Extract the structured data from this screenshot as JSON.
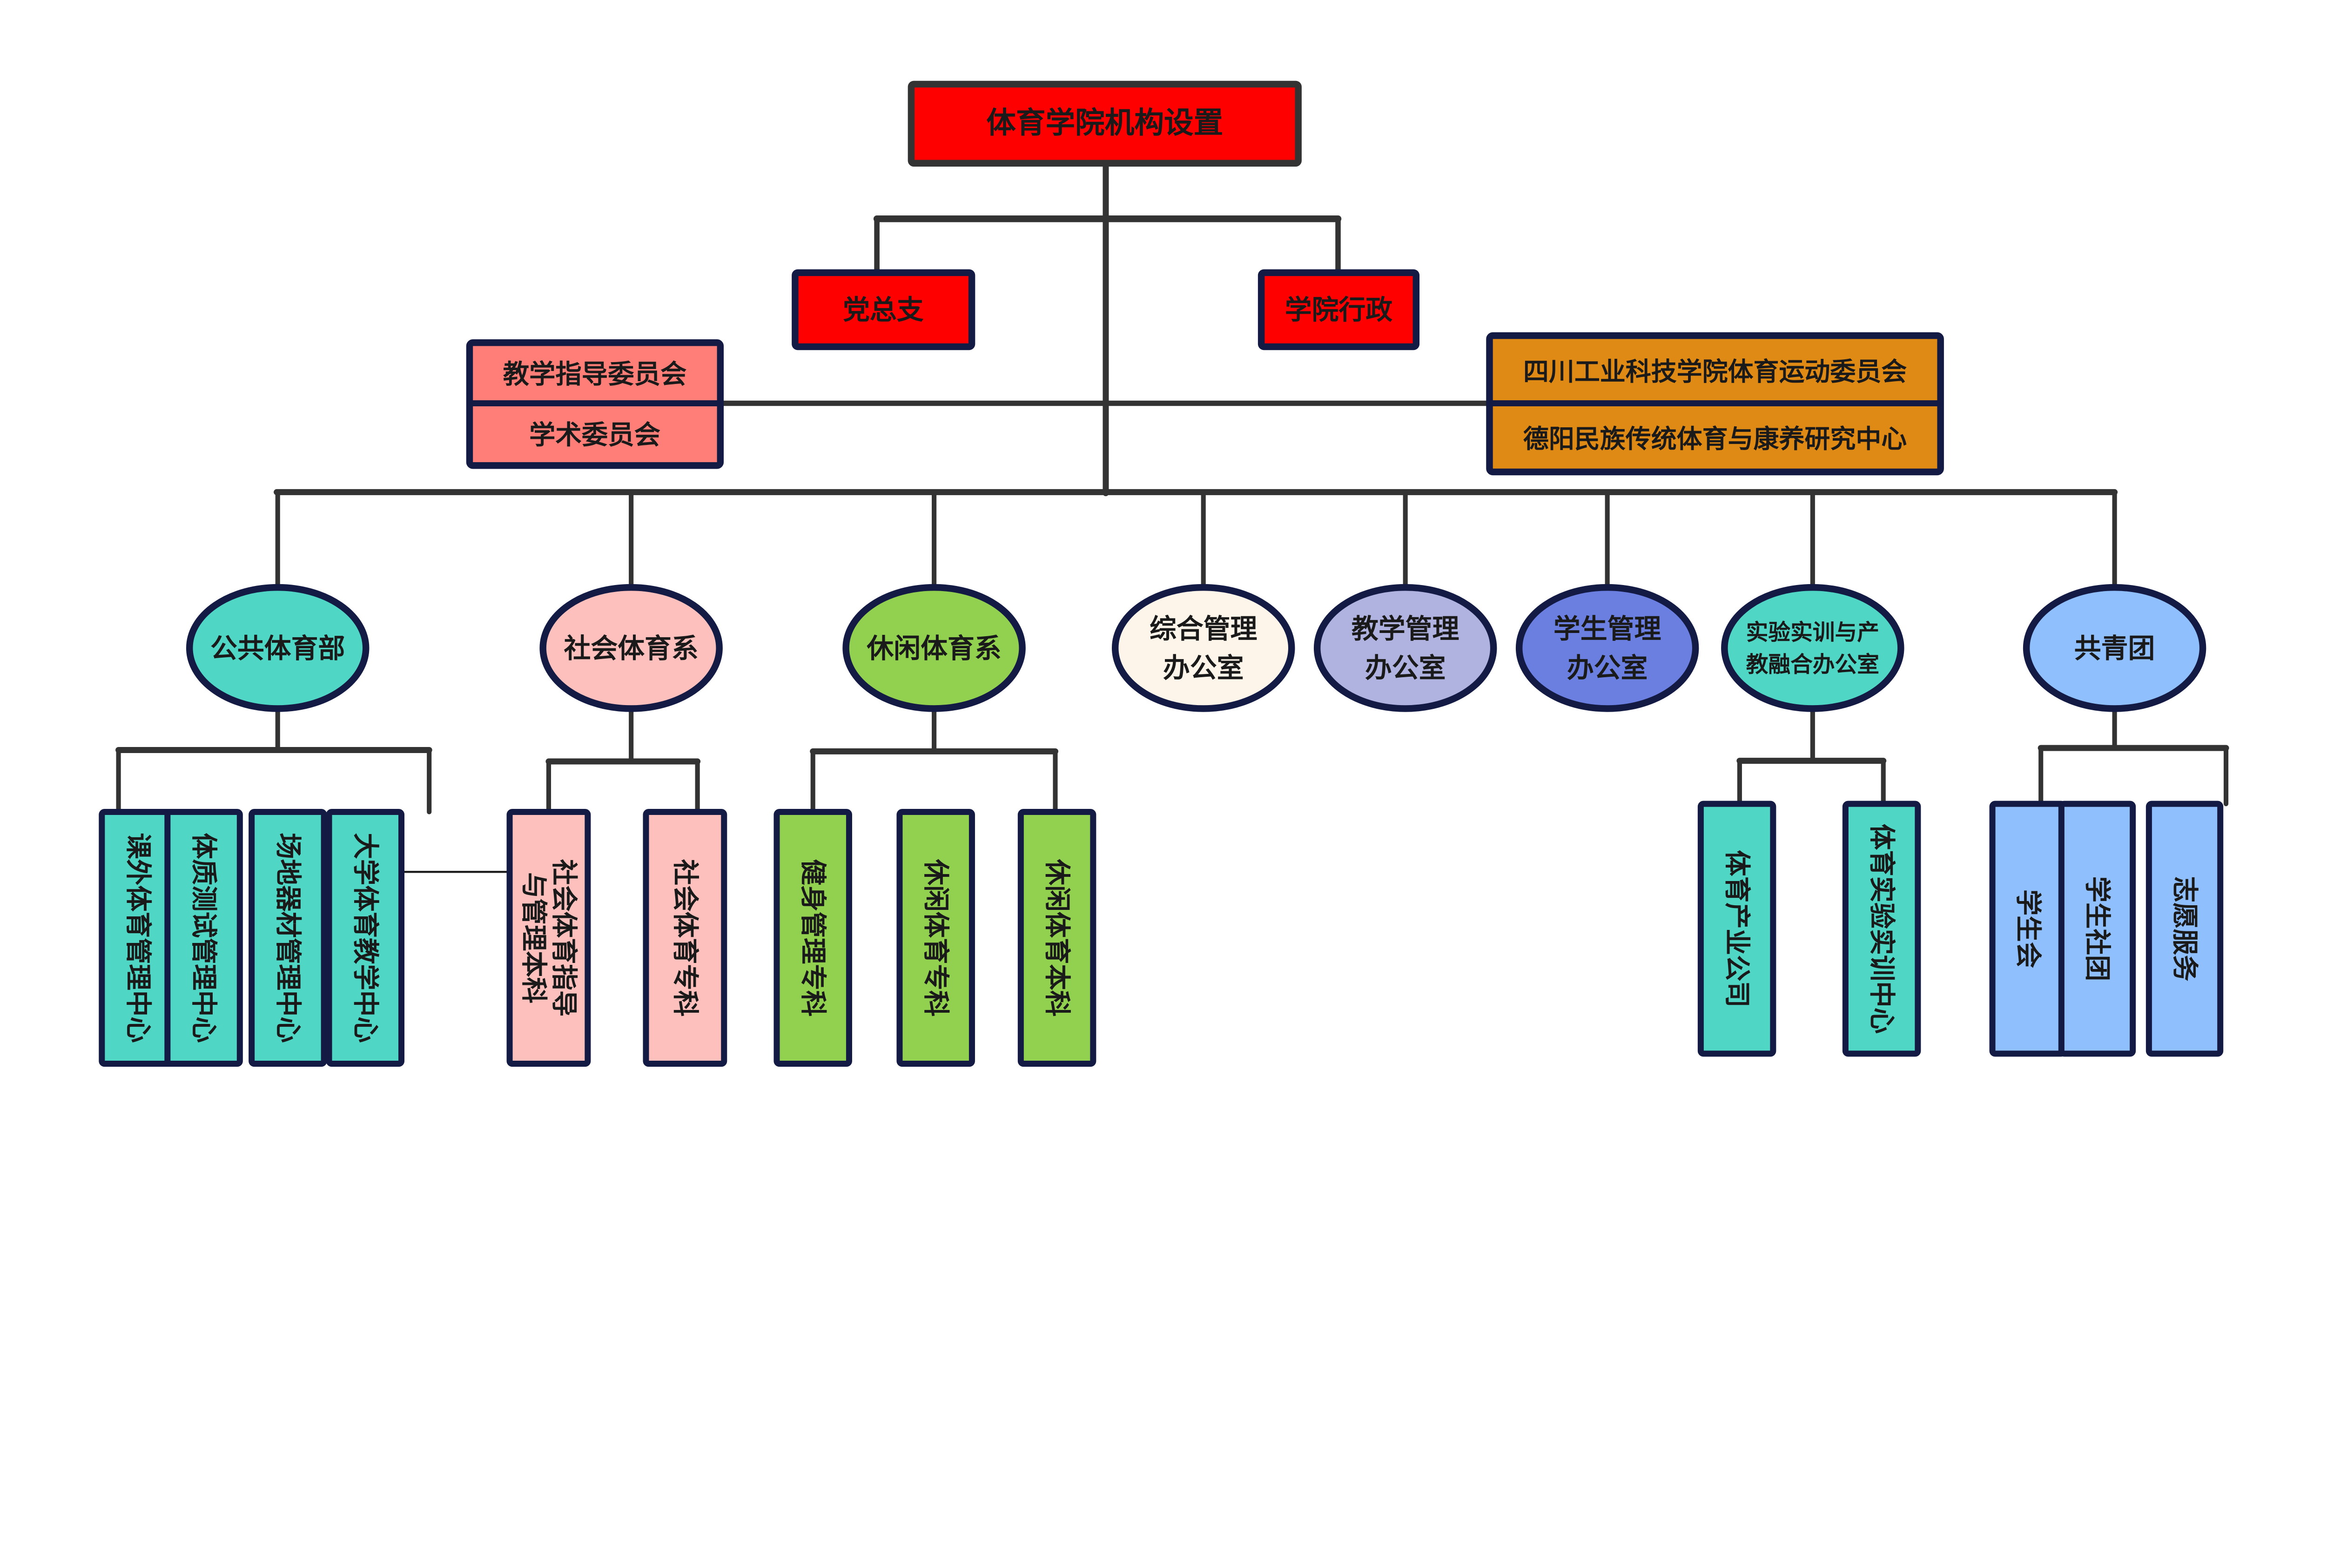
{
  "title": "体育学院机构设置",
  "colors": {
    "root": "#ff0000",
    "top_branch": "#ff0000",
    "committee_left": "#ff7f78",
    "committee_right": "#e08a16",
    "outline": "#131a44",
    "connector": "#333333",
    "text": "#1a1a1a"
  },
  "root": {
    "label": "体育学院机构设置"
  },
  "top_branches": [
    {
      "id": "party",
      "label": "党总支"
    },
    {
      "id": "admin",
      "label": "学院行政"
    }
  ],
  "committees_left": [
    {
      "label": "教学指导委员会"
    },
    {
      "label": "学术委员会"
    }
  ],
  "committees_right": [
    {
      "label": "四川工业科技学院体育运动委员会"
    },
    {
      "label": "德阳民族传统体育与康养研究中心"
    }
  ],
  "departments": [
    {
      "id": "public-pe",
      "lines": [
        "公共体育部"
      ],
      "color": "#4fd6c4",
      "children": [
        {
          "lines": [
            "课外体育管理中心"
          ]
        },
        {
          "lines": [
            "体质测试管理中心"
          ]
        },
        {
          "lines": [
            "场地器材管理中心"
          ]
        },
        {
          "lines": [
            "大学体育教学中心"
          ]
        }
      ]
    },
    {
      "id": "social-pe",
      "lines": [
        "社会体育系"
      ],
      "color": "#fec0bd",
      "children": [
        {
          "lines": [
            "社会体育指导",
            "与管理本科"
          ]
        },
        {
          "lines": [
            "社会体育专科"
          ]
        }
      ]
    },
    {
      "id": "leisure-pe",
      "lines": [
        "休闲体育系"
      ],
      "color": "#92d050",
      "children": [
        {
          "lines": [
            "健身管理专科"
          ]
        },
        {
          "lines": [
            "休闲体育专科"
          ]
        },
        {
          "lines": [
            "休闲体育本科"
          ]
        }
      ]
    },
    {
      "id": "general-office",
      "lines": [
        "综合管理",
        "办公室"
      ],
      "color": "#fdf5e9",
      "children": []
    },
    {
      "id": "teaching-office",
      "lines": [
        "教学管理",
        "办公室"
      ],
      "color": "#b0b3e0",
      "children": []
    },
    {
      "id": "student-office",
      "lines": [
        "学生管理",
        "办公室"
      ],
      "color": "#6b7fe0",
      "children": []
    },
    {
      "id": "lab-office",
      "lines": [
        "实验实训与产",
        "教融合办公室"
      ],
      "color": "#4fd6c4",
      "children": [
        {
          "lines": [
            "体育产业公司"
          ]
        },
        {
          "lines": [
            "体育实验实训中心"
          ]
        }
      ]
    },
    {
      "id": "youth-league",
      "lines": [
        "共青团"
      ],
      "color": "#8fbffc",
      "children": [
        {
          "lines": [
            "学生会"
          ]
        },
        {
          "lines": [
            "学生社团"
          ]
        },
        {
          "lines": [
            "志愿服务"
          ]
        }
      ]
    }
  ]
}
